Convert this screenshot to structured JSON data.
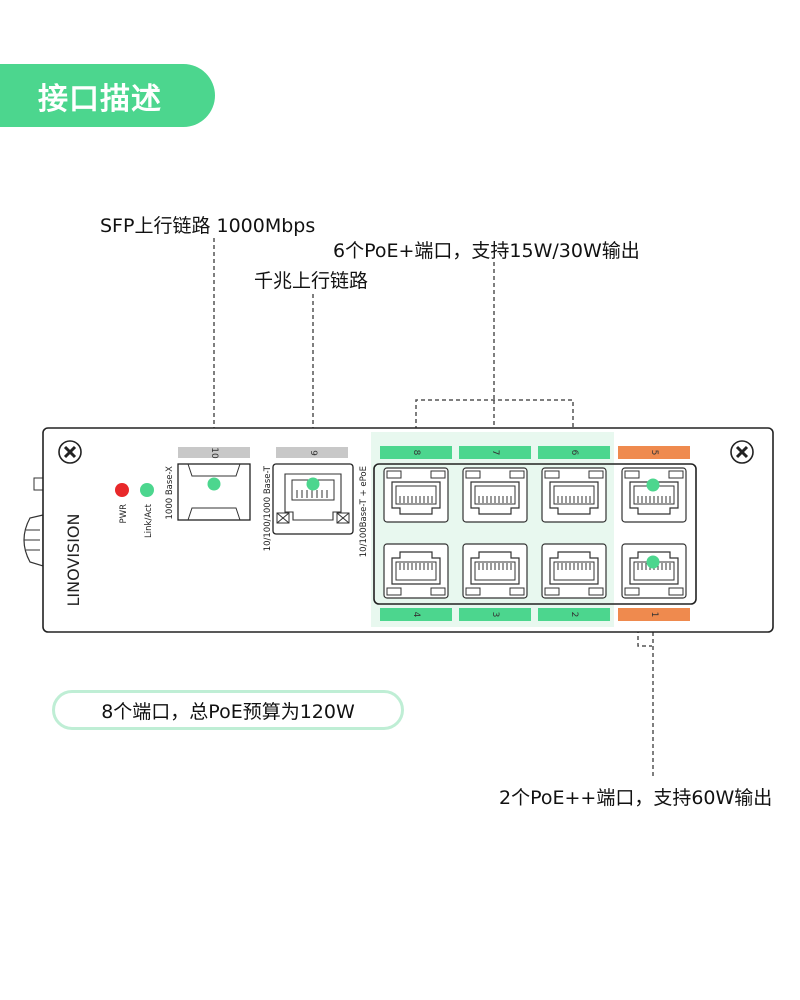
{
  "header": {
    "title": "接口描述"
  },
  "callouts": {
    "sfp": "SFP上行链路 1000Mbps",
    "poe_plus": "6个PoE+端口，支持15W/30W输出",
    "gigabit": "千兆上行链路",
    "poe_plusplus": "2个PoE++端口，支持60W输出"
  },
  "budget": "8个端口，总PoE预算为120W",
  "device": {
    "brand": "LINOVISION",
    "leds": {
      "pwr": "PWR",
      "link": "Link/Act"
    },
    "port_labels": {
      "sfp_type": "1000 Base-X",
      "rj45_type": "10/100/1000 Base-T",
      "poe_type": "10/100Base-T + ePoE"
    },
    "port_numbers": {
      "p10": "10",
      "p9": "9",
      "p8": "8",
      "p7": "7",
      "p6": "6",
      "p5": "5",
      "p4": "4",
      "p3": "3",
      "p2": "2",
      "p1": "1"
    }
  },
  "colors": {
    "accent_green": "#4cd68e",
    "orange": "#ef8a4e",
    "grey_tab": "#c8c8c8",
    "led_red": "#e8282a",
    "zone_bg": "#e8f8ef",
    "pill_border": "#bfeed5"
  }
}
